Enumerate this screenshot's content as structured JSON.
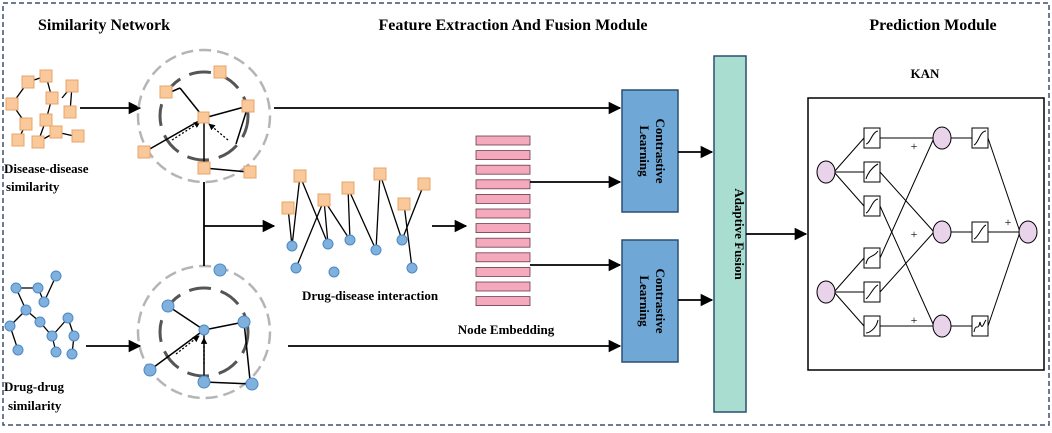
{
  "headers": {
    "similarity": "Similarity Network",
    "feature": "Feature Extraction And Fusion Module",
    "prediction": "Prediction Module"
  },
  "labels": {
    "disease_line1": "Disease-disease",
    "disease_line2": "similarity",
    "drug_line1": "Drug-drug",
    "drug_line2": "similarity",
    "interaction": "Drug-disease interaction",
    "node_embedding": "Node Embedding",
    "kan": "KAN"
  },
  "boxes": {
    "contrastive_line1": "Contrastive",
    "contrastive_line2": "Learning",
    "adaptive_fusion": "Adaptive Fusion"
  },
  "kan": {
    "plus": "+"
  },
  "colors": {
    "disease_node": "#f9c89b",
    "disease_node_stroke": "#e8a56a",
    "drug_node": "#7fb0de",
    "drug_node_stroke": "#4d89c4",
    "contrastive_box": "#6fa8d6",
    "fusion_bar": "#a8ddd0",
    "embedding_bar": "#f4a9bd",
    "kan_node": "#e9d3ea",
    "frame_dash": "#3b5170"
  }
}
